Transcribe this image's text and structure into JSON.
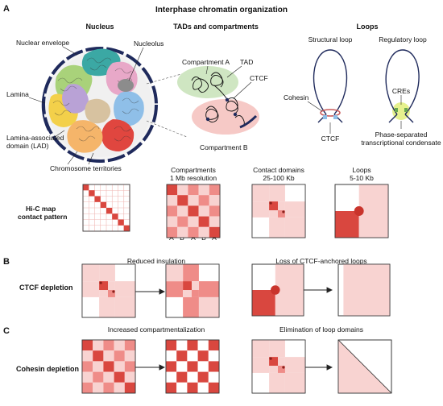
{
  "panel_a": {
    "letter": "A",
    "title": "Interphase chromatin organization",
    "nucleus": {
      "heading": "Nucleus",
      "labels": {
        "nuclear_envelope": "Nuclear envelope",
        "nucleolus": "Nucleolus",
        "lamina": "Lamina",
        "lad_line1": "Lamina-associated",
        "lad_line2": "domain (LAD)",
        "territories": "Chromosome territories"
      }
    },
    "tads": {
      "heading": "TADs and compartments",
      "compartment_a": "Compartment A",
      "tad": "TAD",
      "ctcf": "CTCF",
      "compartment_b": "Compartment B"
    },
    "loops": {
      "heading": "Loops",
      "structural": "Structural loop",
      "regulatory": "Regulatory loop",
      "cohesin": "Cohesin",
      "ctcf": "CTCF",
      "cres": "CREs",
      "condensate_line1": "Phase-separated",
      "condensate_line2": "transcriptional condensate"
    },
    "hic": {
      "row_label_line1": "Hi-C map",
      "row_label_line2": "contact pattern",
      "compartments_line1": "Compartments",
      "compartments_line2": "1 Mb resolution",
      "compartment_letters": [
        "A",
        "B",
        "A",
        "B",
        "A"
      ],
      "contact_domains_line1": "Contact domains",
      "contact_domains_line2": "25-100 Kb",
      "loops_line1": "Loops",
      "loops_line2": "5-10 Kb"
    }
  },
  "panel_b": {
    "letter": "B",
    "row_label": "CTCF depletion",
    "left_caption": "Reduced insulation",
    "right_caption": "Loss of CTCF-anchored loops"
  },
  "panel_c": {
    "letter": "C",
    "row_label": "Cohesin depletion",
    "left_caption": "Increased compartmentalization",
    "right_caption": "Elimination of loop domains"
  },
  "colors": {
    "dark_red": "#d9473f",
    "mid_red": "#ef8c88",
    "light_pink": "#f8d3d1",
    "navy": "#1f2a5c",
    "compartment_a_blob": "#cfe6c2",
    "compartment_b_blob": "#f6c9c6",
    "condensate": "#e2ee7a"
  }
}
